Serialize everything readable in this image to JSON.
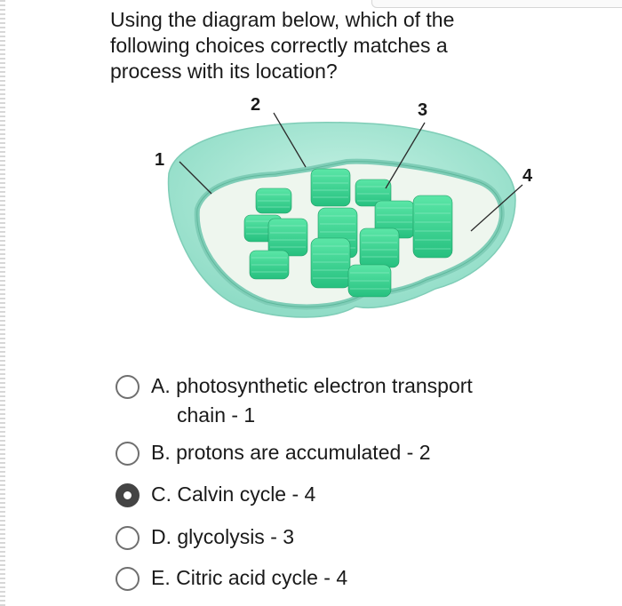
{
  "question": {
    "text": "Using the diagram below, which of the following choices correctly matches a process with its location?"
  },
  "diagram": {
    "labels": [
      "1",
      "2",
      "3",
      "4"
    ],
    "colors": {
      "outer_membrane": "#9be3cf",
      "stroma": "#eef6ee",
      "grana": "#3fd492",
      "label_line": "#2b2b2b"
    }
  },
  "choices": [
    {
      "letter": "A.",
      "text_line1": "photosynthetic electron transport",
      "text_line2": "chain - 1",
      "selected": false
    },
    {
      "letter": "B.",
      "text": "protons are accumulated - 2",
      "selected": false
    },
    {
      "letter": "C.",
      "text": "Calvin cycle - 4",
      "selected": true
    },
    {
      "letter": "D.",
      "text": "glycolysis - 3",
      "selected": false
    },
    {
      "letter": "E.",
      "text": "Citric acid cycle - 4",
      "selected": false
    }
  ]
}
